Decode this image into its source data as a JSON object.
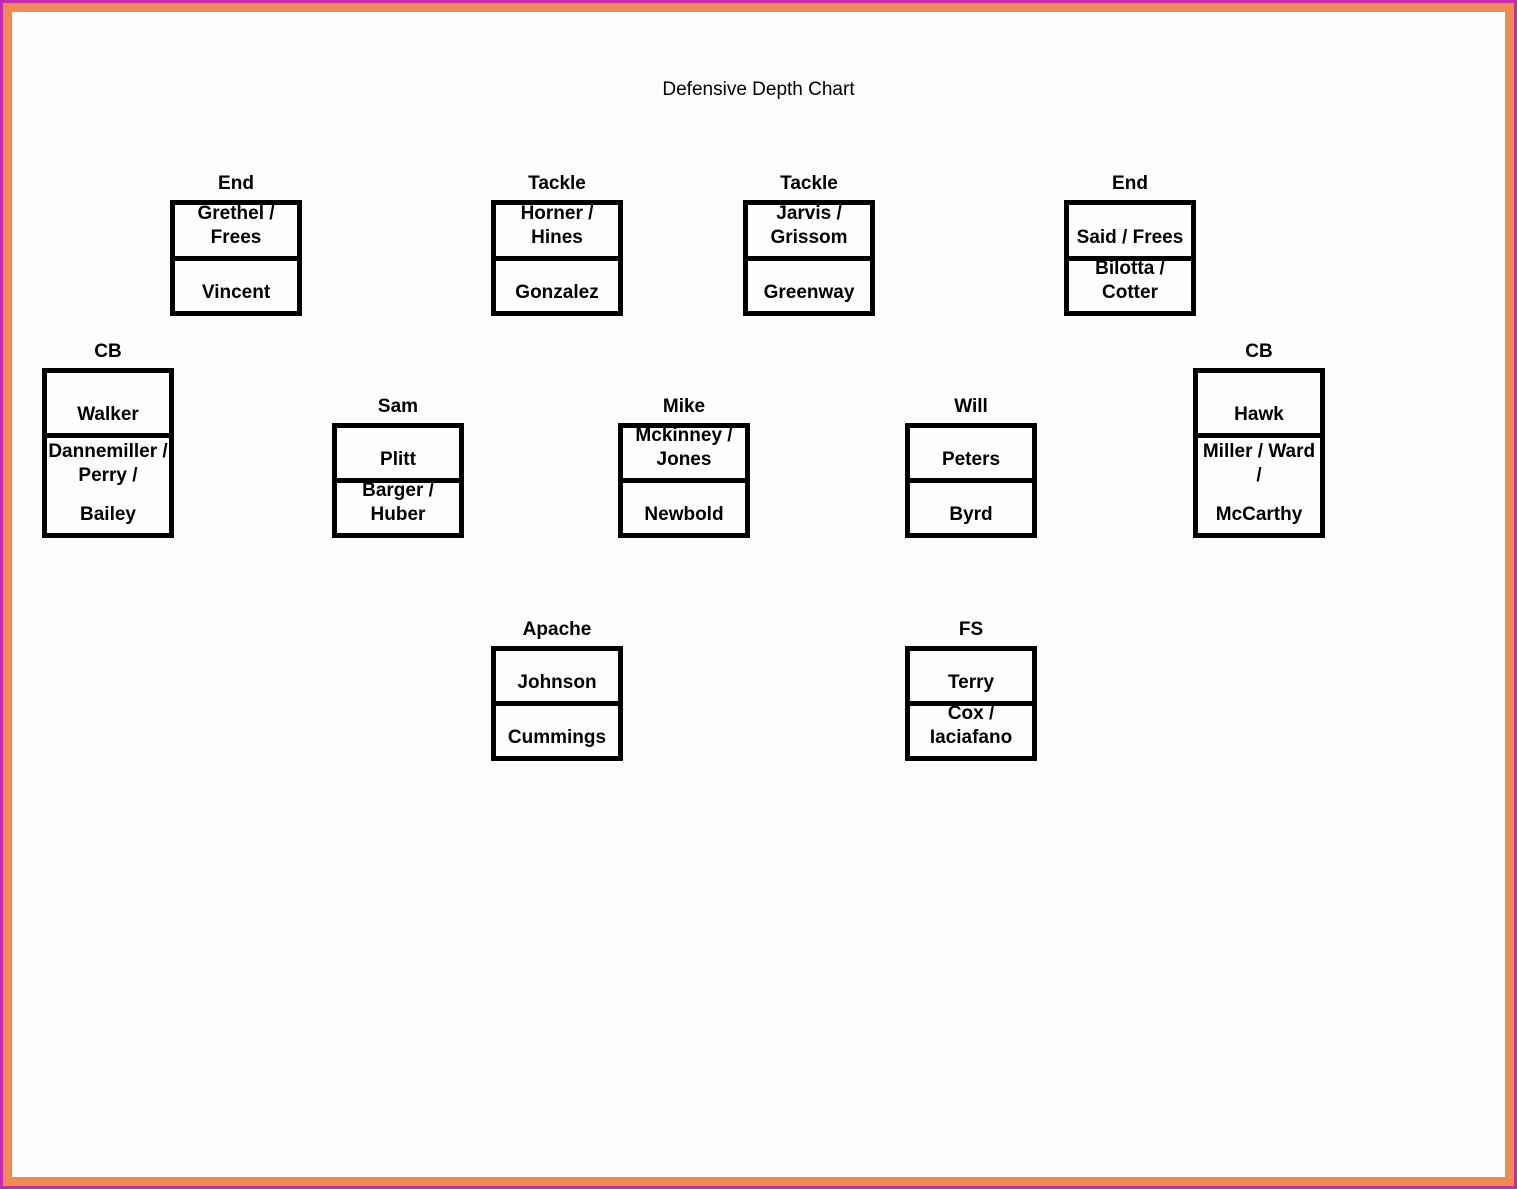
{
  "title": "Defensive Depth Chart",
  "frame": {
    "outer_border_color": "#c52cad",
    "inner_border_color": "#ef8a51",
    "background": "#fdfdfd"
  },
  "positions": [
    {
      "label": "End",
      "cell1": "Grethel /\nFrees",
      "cell2": "Vincent"
    },
    {
      "label": "Tackle",
      "cell1": "Horner /\nHines",
      "cell2": "Gonzalez"
    },
    {
      "label": "Tackle",
      "cell1": "Jarvis /\nGrissom",
      "cell2": "Greenway"
    },
    {
      "label": "End",
      "cell1": "Said / Frees",
      "cell2": "Bilotta /\nCotter"
    },
    {
      "label": "CB",
      "cell1": "Walker",
      "cell2_top": "Dannemiller /\nPerry /",
      "cell2_bottom": "Bailey"
    },
    {
      "label": "Sam",
      "cell1": "Plitt",
      "cell2": "Barger /\nHuber"
    },
    {
      "label": "Mike",
      "cell1": "Mckinney /\nJones",
      "cell2": "Newbold"
    },
    {
      "label": "Will",
      "cell1": "Peters",
      "cell2": "Byrd"
    },
    {
      "label": "CB",
      "cell1": "Hawk",
      "cell2_top": "Miller / Ward\n/",
      "cell2_bottom": "McCarthy"
    },
    {
      "label": "Apache",
      "cell1": "Johnson",
      "cell2": "Cummings"
    },
    {
      "label": "FS",
      "cell1": "Terry",
      "cell2": "Cox /\nIaciafano"
    }
  ]
}
